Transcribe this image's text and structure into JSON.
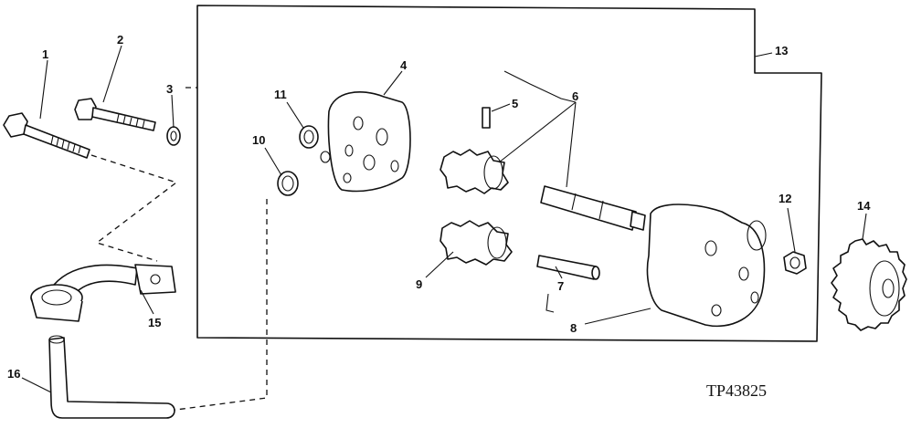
{
  "callouts": [
    "1",
    "2",
    "3",
    "4",
    "5",
    "6",
    "7",
    "8",
    "9",
    "10",
    "11",
    "12",
    "13",
    "14",
    "15",
    "16"
  ],
  "figure_id": "TP43825"
}
